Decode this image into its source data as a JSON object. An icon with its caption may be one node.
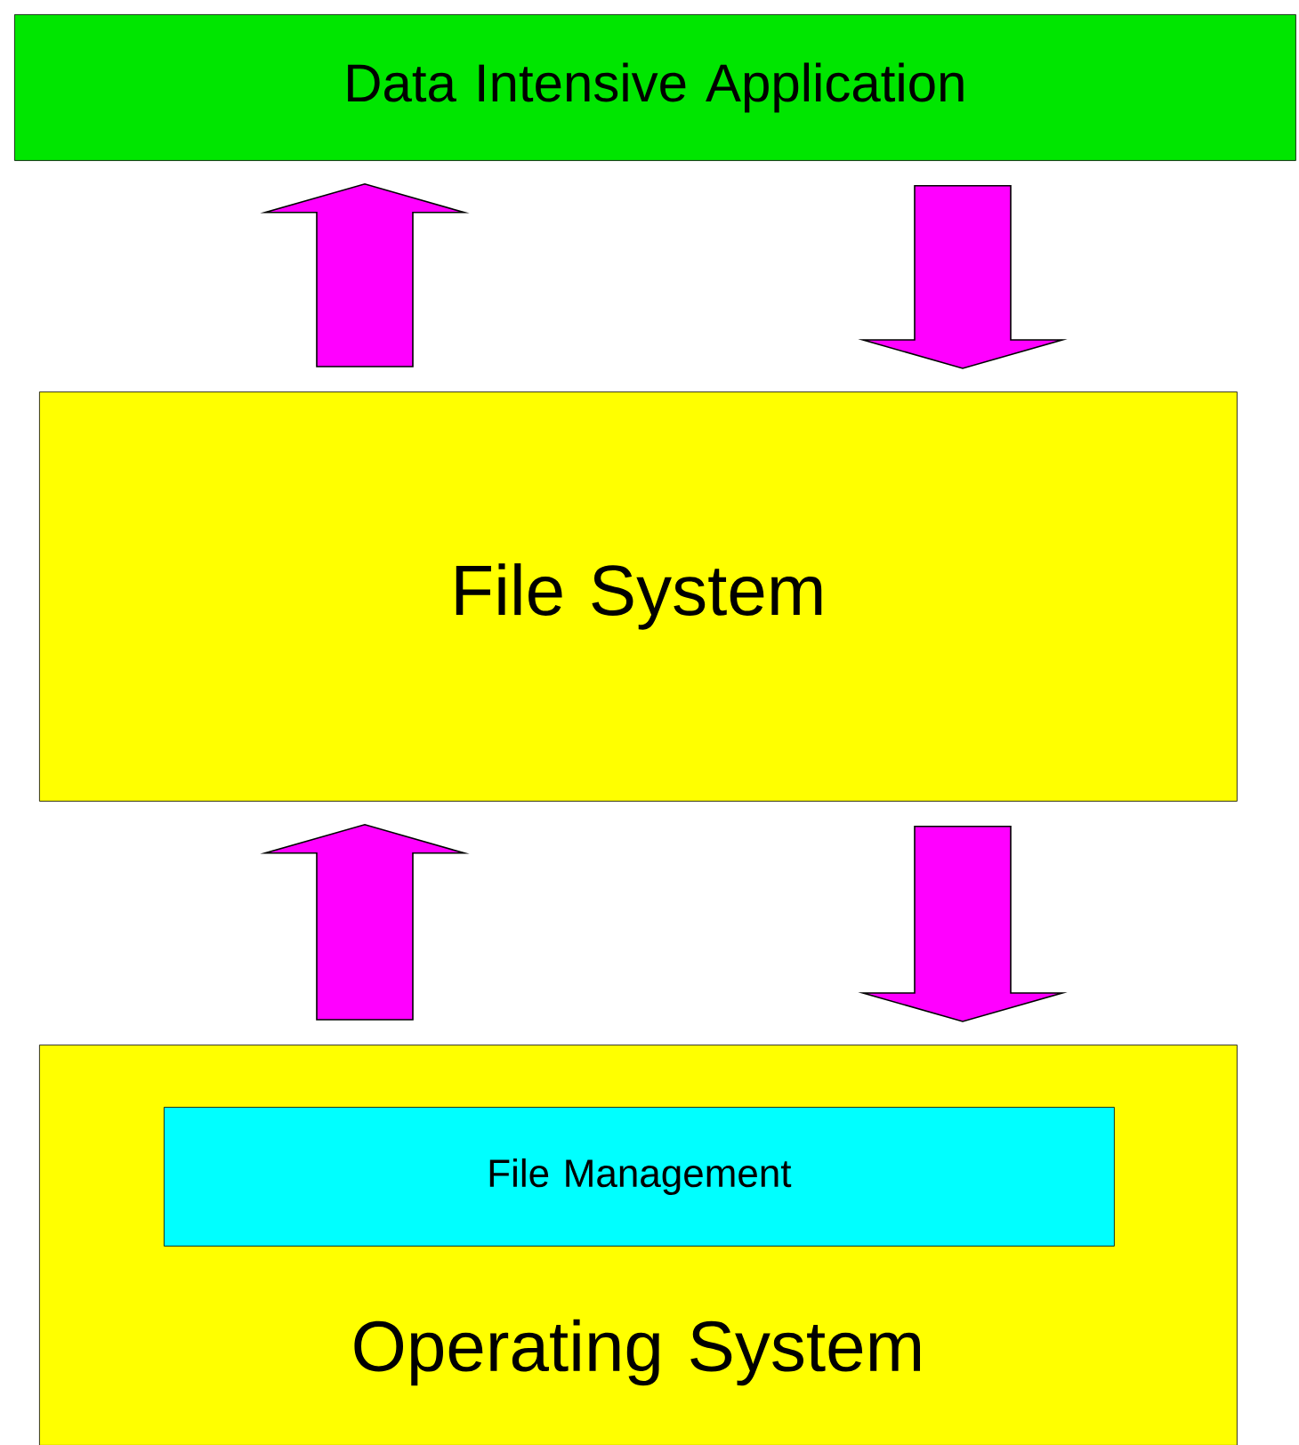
{
  "diagram": {
    "nodes": [
      {
        "text": [
          "Data Intensive Application"
        ]
      },
      {
        "text": [
          "File System"
        ]
      },
      {
        "text": [
          "Operating System"
        ]
      },
      {
        "text": [
          "File Management"
        ],
        "in": 2
      }
    ],
    "edges": [
      {
        "from": 1,
        "to": 0,
        "arrow": "to"
      },
      {
        "from": 0,
        "to": 1,
        "arrow": "to"
      },
      {
        "from": 2,
        "to": 1,
        "arrow": "to"
      },
      {
        "from": 1,
        "to": 2,
        "arrow": "to"
      }
    ]
  }
}
